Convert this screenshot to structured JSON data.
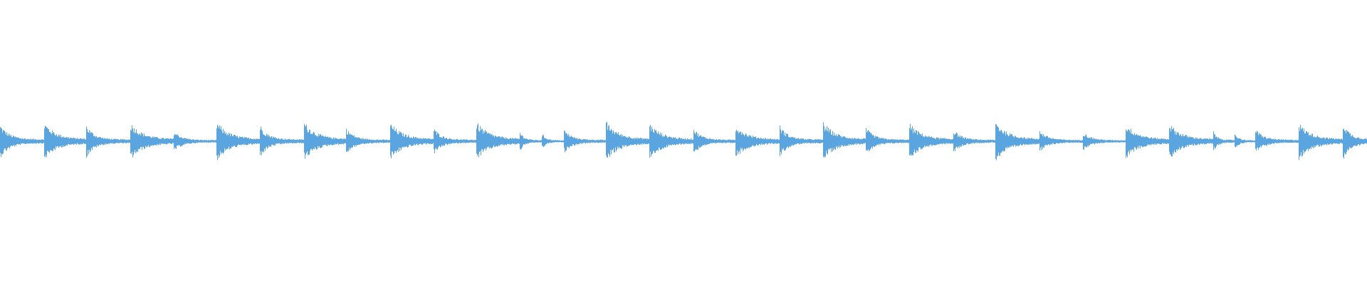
{
  "waveform": {
    "color": "#5aa5e0",
    "background": "#ffffff",
    "transients": [
      {
        "t": 0.0,
        "amp": 0.85,
        "decay": 0.35
      },
      {
        "t": 0.032,
        "amp": 1.0,
        "decay": 0.45
      },
      {
        "t": 0.063,
        "amp": 0.85,
        "decay": 0.3
      },
      {
        "t": 0.095,
        "amp": 1.0,
        "decay": 0.45
      },
      {
        "t": 0.127,
        "amp": 0.55,
        "decay": 0.3
      },
      {
        "t": 0.158,
        "amp": 1.05,
        "decay": 0.45
      },
      {
        "t": 0.19,
        "amp": 0.85,
        "decay": 0.3
      },
      {
        "t": 0.222,
        "amp": 1.05,
        "decay": 0.45
      },
      {
        "t": 0.253,
        "amp": 0.7,
        "decay": 0.3
      },
      {
        "t": 0.285,
        "amp": 1.0,
        "decay": 0.45
      },
      {
        "t": 0.317,
        "amp": 0.7,
        "decay": 0.3
      },
      {
        "t": 0.348,
        "amp": 1.05,
        "decay": 0.45
      },
      {
        "t": 0.38,
        "amp": 0.55,
        "decay": 0.3
      },
      {
        "t": 0.396,
        "amp": 0.45,
        "decay": 0.3
      },
      {
        "t": 0.412,
        "amp": 0.65,
        "decay": 0.3
      },
      {
        "t": 0.443,
        "amp": 1.05,
        "decay": 0.45
      },
      {
        "t": 0.475,
        "amp": 0.95,
        "decay": 0.45
      },
      {
        "t": 0.507,
        "amp": 0.7,
        "decay": 0.3
      },
      {
        "t": 0.538,
        "amp": 0.85,
        "decay": 0.45
      },
      {
        "t": 0.57,
        "amp": 0.85,
        "decay": 0.3
      },
      {
        "t": 0.602,
        "amp": 1.0,
        "decay": 0.45
      },
      {
        "t": 0.633,
        "amp": 0.75,
        "decay": 0.3
      },
      {
        "t": 0.665,
        "amp": 0.95,
        "decay": 0.45
      },
      {
        "t": 0.697,
        "amp": 0.65,
        "decay": 0.3
      },
      {
        "t": 0.728,
        "amp": 1.05,
        "decay": 0.45
      },
      {
        "t": 0.76,
        "amp": 0.6,
        "decay": 0.3
      },
      {
        "t": 0.792,
        "amp": 0.5,
        "decay": 0.3
      },
      {
        "t": 0.823,
        "amp": 0.95,
        "decay": 0.45
      },
      {
        "t": 0.855,
        "amp": 0.95,
        "decay": 0.45
      },
      {
        "t": 0.887,
        "amp": 0.6,
        "decay": 0.3
      },
      {
        "t": 0.903,
        "amp": 0.45,
        "decay": 0.3
      },
      {
        "t": 0.918,
        "amp": 0.65,
        "decay": 0.3
      },
      {
        "t": 0.95,
        "amp": 0.95,
        "decay": 0.45
      },
      {
        "t": 0.982,
        "amp": 1.05,
        "decay": 0.45
      }
    ]
  }
}
